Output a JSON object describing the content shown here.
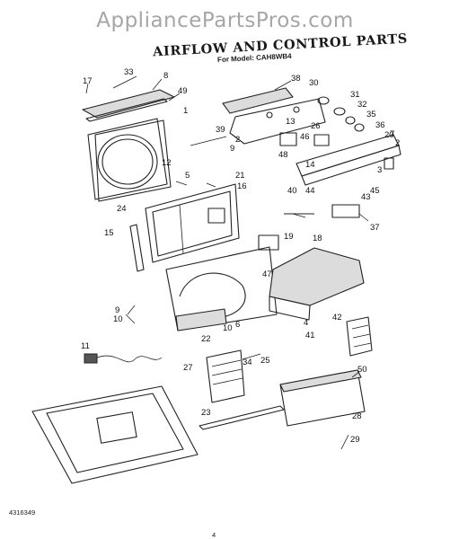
{
  "watermark": "AppliancePartsPros.com",
  "title": "AIRFLOW AND CONTROL PARTS",
  "subtitle": "For Model: CAH8WB4",
  "doc_number": "4316349",
  "page_number": "4",
  "callouts": [
    "17",
    "33",
    "8",
    "49",
    "1",
    "38",
    "30",
    "31",
    "32",
    "35",
    "36",
    "20",
    "2",
    "39",
    "2",
    "9",
    "13",
    "26",
    "46",
    "48",
    "14",
    "12",
    "5",
    "21",
    "16",
    "44",
    "45",
    "43",
    "40",
    "24",
    "15",
    "19",
    "18",
    "37",
    "47",
    "9",
    "10",
    "6",
    "4",
    "41",
    "42",
    "11",
    "22",
    "10",
    "34",
    "27",
    "25",
    "50",
    "23",
    "28",
    "29",
    "7",
    "3"
  ]
}
